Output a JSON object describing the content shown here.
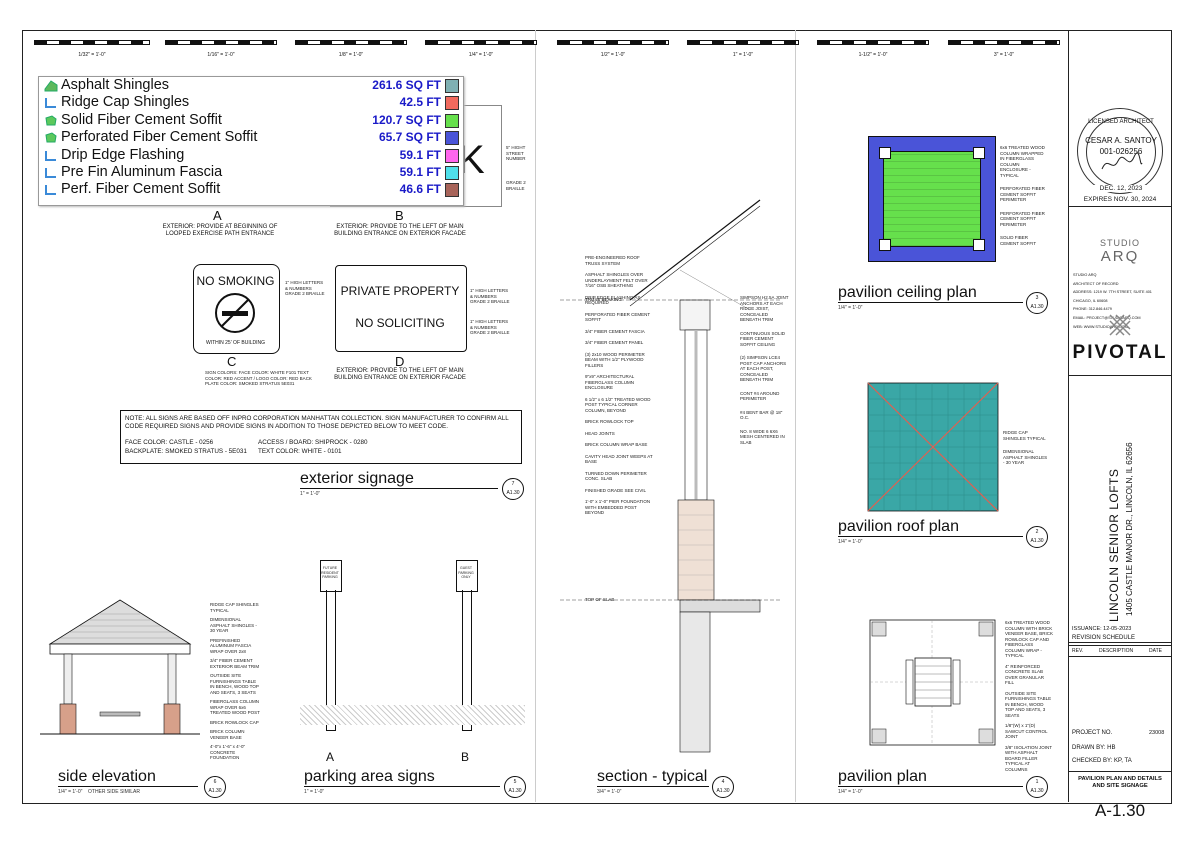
{
  "legend": [
    {
      "name": "Asphalt Shingles",
      "value": "261.6 SQ FT",
      "color": "#7fb0b3",
      "icon": "roof-icon"
    },
    {
      "name": "Ridge Cap Shingles",
      "value": "42.5 FT",
      "color": "#f06a5e",
      "icon": "linear-icon"
    },
    {
      "name": "Solid Fiber Cement Soffit",
      "value": "120.7 SQ FT",
      "color": "#66e04c",
      "icon": "area-icon"
    },
    {
      "name": "Perforated Fiber Cement Soffit",
      "value": "65.7 SQ FT",
      "color": "#4a54d8",
      "icon": "area-icon"
    },
    {
      "name": "Drip Edge Flashing",
      "value": "59.1 FT",
      "color": "#ff66ee",
      "icon": "linear-icon"
    },
    {
      "name": "Pre Fin Aluminum Fascia",
      "value": "59.1 FT",
      "color": "#4fe0ea",
      "icon": "linear-icon"
    },
    {
      "name": "Perf. Fiber Cement Soffit",
      "value": "46.6 FT",
      "color": "#a8645a",
      "icon": "linear-icon"
    }
  ],
  "scales": [
    "1/32\" = 1'-0\"",
    "1/16\" = 1'-0\"",
    "1/8\" = 1'-0\"",
    "1/4\" = 1'-0\"",
    "1/2\" = 1'-0\"",
    "1\" = 1'-0\"",
    "1-1/2\" = 1'-0\"",
    "3\" = 1'-0\""
  ],
  "signage": {
    "a_letter": "A",
    "a_caption": "EXTERIOR: PROVIDE AT BEGINNING OF LOOPED EXERCISE PATH ENTRANCE",
    "b_letter": "B",
    "b_caption": "EXTERIOR: PROVIDE TO THE LEFT OF MAIN BUILDING ENTRANCE ON EXTERIOR FACADE",
    "c_letter": "C",
    "c_sign": "NO SMOKING",
    "c_sub": "WITHIN 25' OF BUILDING",
    "c_colors": "SIGN COLORS: FACE COLOR: WHITE F101 TEXT COLOR: RED ACCENT / LOGO COLOR: RED BACK PLATE COLOR: SMOKED STRATUS 5E031",
    "d_letter": "D",
    "d_sign1": "PRIVATE PROPERTY",
    "d_sign2": "NO SOLICITING",
    "d_caption": "EXTERIOR: PROVIDE TO THE LEFT OF MAIN BUILDING ENTRANCE ON EXTERIOR FACADE",
    "b_house": "XX",
    "b_note1": "5\" HIGHT STREET NUMBER",
    "b_note2": "GRADE 2 BRAILLE",
    "c_note": "1\" HIGH LETTERS & NUMBERS GRADE 2 BRAILLE",
    "d_note": "1\" HIGH LETTERS & NUMBERS GRADE 2 BRAILLE"
  },
  "note": {
    "text": "NOTE: ALL SIGNS ARE BASED OFF INPRO CORPORATION MANHATTAN COLLECTION. SIGN MANUFACTURER TO CONFIRM ALL CODE REQUIRED SIGNS AND PROVIDE SIGNS IN ADDITION TO THOSE DEPICTED BELOW TO MEET CODE.",
    "face": "FACE COLOR: CASTLE - 0256",
    "backplate": "BACKPLATE: SMOKED STRATUS - 5E031",
    "access": "ACCESS / BOARD: SHIPROCK - 0280",
    "textcolor": "TEXT COLOR: WHITE - 0101"
  },
  "views": {
    "exterior_signage": {
      "title": "exterior signage",
      "num": "7",
      "sheet": "A1.30",
      "scale": "1\" = 1'-0\""
    },
    "side_elevation": {
      "title": "side elevation",
      "num": "6",
      "sheet": "A1.30",
      "scale": "1/4\" = 1'-0\"",
      "note": "OTHER SIDE SIMILAR"
    },
    "parking_signs": {
      "title": "parking area signs",
      "num": "5",
      "sheet": "A1.30",
      "scale": "1\" = 1'-0\"",
      "a": "A",
      "b": "B",
      "sign_a": "FUTURE RESIDENT PARKING",
      "sign_b": "GUEST PARKING ONLY"
    },
    "section": {
      "title": "section - typical",
      "num": "4",
      "sheet": "A1.30",
      "scale": "3/4\" = 1'-0\""
    },
    "ceiling": {
      "title": "pavilion ceiling plan",
      "num": "3",
      "sheet": "A1.30",
      "scale": "1/4\" = 1'-0\""
    },
    "roof": {
      "title": "pavilion roof plan",
      "num": "2",
      "sheet": "A1.30",
      "scale": "1/4\" = 1'-0\""
    },
    "plan": {
      "title": "pavilion plan",
      "num": "1",
      "sheet": "A1.30",
      "scale": "1/4\" = 1'-0\""
    }
  },
  "notes": {
    "ceiling": [
      "6x6 TREATED WOOD COLUMN WRAPPED IN FIBERGLASS COLUMN ENCLOSURE - TYPICAL",
      "PERFORATED FIBER CEMENT SOFFIT PERIMETER",
      "PERFORATED FIBER CEMENT SOFFIT PERIMETER",
      "SOLID FIBER CEMENT SOFFIT"
    ],
    "roof": [
      "RIDGE CAP SHINGLES TYPICAL",
      "DIMENSIONAL ASPHALT SHINGLES - 30 YEAR"
    ],
    "plan": [
      "6x6 TREATED WOOD COLUMN WITH BRICK VENEER BASE, BRICK ROWLOCK CAP AND FIBERGLASS COLUMN WRAP - TYPICAL",
      "4\" REINFORCED CONCRETE SLAB OVER GRANULAR FILL",
      "OUTSIDE SITE FURNISHINGS TABLE IN BENCH, WOOD TOP AND SEATS, 3 SEATS",
      "1/8\"(W) x 1\"(D) SAWCUT CONTROL JOINT",
      "3/8\" ISOLATION JOINT WITH ASPHALT BOARD FILLER TYPICAL AT COLUMNS"
    ],
    "side": [
      "RIDGE CAP SHINGLES TYPICAL",
      "DIMENSIONAL ASPHALT SHINGLES - 30 YEAR",
      "PREFINISHED ALUMINUM FASCIA WRAP OVER 2x8",
      "3/4\" FIBER CEMENT EXTERIOR BEAM TRIM",
      "OUTSIDE SITE FURNISHINGS TABLE IN BENCH, WOOD TOP AND SEATS, 3 SEATS",
      "FIBERGLASS COLUMN WRAP OVER 6x6 TREATED WOOD POST",
      "BRICK ROWLOCK CAP",
      "BRICK COLUMN VENEER BASE",
      "4'-0\"x 1'-6\" x 4'-0\" CONCRETE FOUNDATION"
    ],
    "section": [
      "PRE-ENGINEERED ROOF TRUSS SYSTEM",
      "ASPHALT SHINGLES OVER UNDERLAYMENT FELT OVER 7/16\" OSB SHEATHING",
      "DRIP EDGE FLASHING AS REQUIRED",
      "PERFORATED FIBER CEMENT SOFFIT",
      "3/4\" FIBER CEMENT FASCIA",
      "3/4\" FIBER CEMENT PANEL",
      "(3) 2x10 WOOD PERIMETER BEAM WITH 1/2\" PLYWOOD FILLERS",
      "9\"x9\" ARCHITECTURAL FIBERGLASS COLUMN ENCLOSURE",
      "6 1/2\" x 6 1/2\" TREATED WOOD POST TYPICAL CORNER COLUMN, BEYOND",
      "BRICK ROWLOCK TOP",
      "HEAD JOINTS",
      "BRICK COLUMN WRAP BASE",
      "CAVITY HEAD JOINT WEEPS AT BASE",
      "TURNED DOWN PERIMETER CONC. SLAB",
      "FINISHED GRADE SEE CIVIL",
      "1'-0\" x 1'-0\" PIER FOUNDATION WITH EMBEDDED POST BEYOND",
      "SIMPSON H2.5A JOINT ANCHORS AT EACH RIDGE JOIST, CONCEALED BENEATH TRIM",
      "CONTINUOUS SOLID FIBER CEMENT SOFFIT CEILING",
      "(2) SIMPSON LCE4 POST CAP ANCHORS AT EACH POST, CONCEALED BENEATH TRIM",
      "CONT #4 AROUND PERIMETER",
      "#4 BENT BAR @ 18\" O.C.",
      "NO. 8 WIDE 6 6X6 MESH CENTERED IN SLAB"
    ],
    "section_levels": [
      "TRUSS BEARING",
      "TOP OF SLAB"
    ]
  },
  "stamp": {
    "line1": "LICENSED ARCHITECT",
    "name": "CESAR A. SANTOY",
    "number": "001-026256",
    "date": "DEC. 12, 2023",
    "expires": "EXPIRES NOV. 30, 2024"
  },
  "firm": {
    "studio_top": "STUDIO",
    "studio_bottom": "ARQ",
    "info": [
      "STUDIO ARQ",
      "ARCHITECT OF RECORD",
      "ADDRESS: 1219 W. 7TH STREET, SUITE 401",
      "CHICAGO, IL 60608",
      "PHONE: 312.846.4479",
      "EMAIL: PROJECT@STUDIOARQ.COM",
      "WEB: WWW.STUDIOARQ.COM"
    ],
    "pivotal": "PIVOTAL"
  },
  "project": {
    "name": "LINCOLN SENIOR LOFTS",
    "address": "1405 CASTLE MANOR DR., LINCOLN, IL 62656"
  },
  "titleblock": {
    "issuance": "ISSUANCE: 12-05-2023",
    "revision": "REVISION SCHEDULE",
    "rev": "REV.",
    "desc": "DESCRIPTION",
    "date": "DATE",
    "project_no_label": "PROJECT NO.",
    "project_no": "23008",
    "drawn": "DRAWN BY: HB",
    "checked": "CHECKED BY: KP, TA",
    "sheet_title": "PAVILION PLAN AND DETAILS AND SITE SIGNAGE",
    "sheet_no": "A-1.30"
  }
}
